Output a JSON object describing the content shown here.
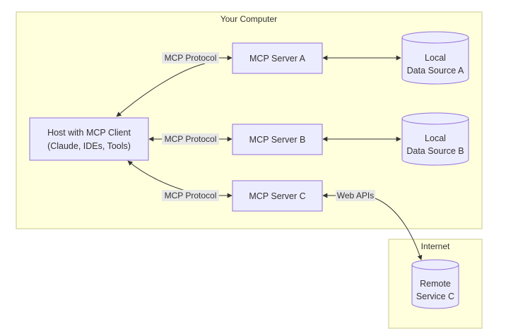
{
  "clusters": {
    "computer": {
      "title": "Your Computer"
    },
    "internet": {
      "title": "Internet"
    }
  },
  "nodes": {
    "host": {
      "line1": "Host with MCP Client",
      "line2": "(Claude, IDEs, Tools)"
    },
    "server_a": {
      "label": "MCP Server A"
    },
    "server_b": {
      "label": "MCP Server B"
    },
    "server_c": {
      "label": "MCP Server C"
    },
    "data_a": {
      "line1": "Local",
      "line2": "Data Source A"
    },
    "data_b": {
      "line1": "Local",
      "line2": "Data Source B"
    },
    "remote_c": {
      "line1": "Remote",
      "line2": "Service C"
    }
  },
  "edges": {
    "host_a": "MCP Protocol",
    "host_b": "MCP Protocol",
    "host_c": "MCP Protocol",
    "c_remote": "Web APIs"
  },
  "colors": {
    "cluster_fill": "#ffffde",
    "cluster_stroke": "#c9c98a",
    "node_fill": "#ececff",
    "node_stroke": "#9370db",
    "edge": "#333333",
    "label_bg": "#e8e8e8"
  }
}
